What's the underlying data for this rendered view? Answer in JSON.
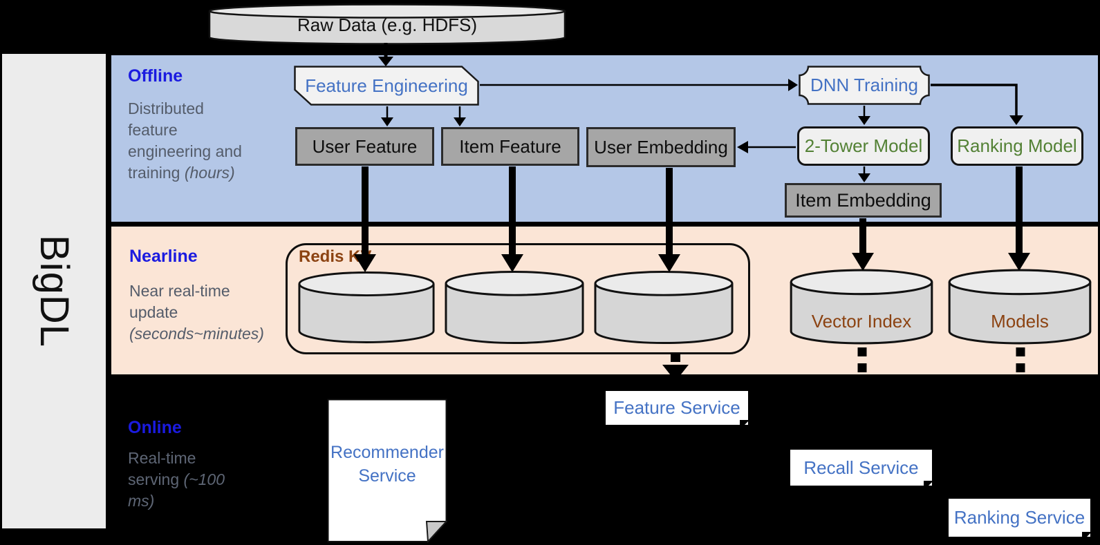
{
  "palette": {
    "background": "#000000",
    "sidebar_bg": "#ececec",
    "offline_bg": "#b4c7e7",
    "nearline_bg": "#fbe5d6",
    "section_title_blue": "#1b1be0",
    "body_text_gray": "#545c6a",
    "service_blue": "#4472c4",
    "model_green": "#538135",
    "storage_brown": "#8c4312",
    "box_gray": "#a6a6a6"
  },
  "sidebar": {
    "brand": "BigDL"
  },
  "pipeline": {
    "raw_data": "Raw Data (e.g. HDFS)"
  },
  "sections": {
    "offline": {
      "title": "Offline",
      "description": "Distributed feature engineering and training",
      "note": "(hours)"
    },
    "nearline": {
      "title": "Nearline",
      "description": "Near real-time update",
      "note": "(seconds~minutes)"
    },
    "online": {
      "title": "Online",
      "description": "Real-time serving",
      "note": "(~100 ms)"
    }
  },
  "offline": {
    "feature_engineering": "Feature Engineering",
    "user_feature": "User Feature",
    "item_feature": "Item Feature",
    "user_embedding": "User Embedding",
    "dnn_training": "DNN Training",
    "two_tower_model": "2-Tower Model",
    "ranking_model": "Ranking Model",
    "item_embedding": "Item Embedding"
  },
  "nearline": {
    "redis_kv": "Redis KV",
    "vector_index": "Vector Index",
    "models": "Models"
  },
  "online": {
    "recommender_service": "Recommender Service",
    "feature_service": "Feature Service",
    "recall_service": "Recall Service",
    "ranking_service": "Ranking Service"
  }
}
